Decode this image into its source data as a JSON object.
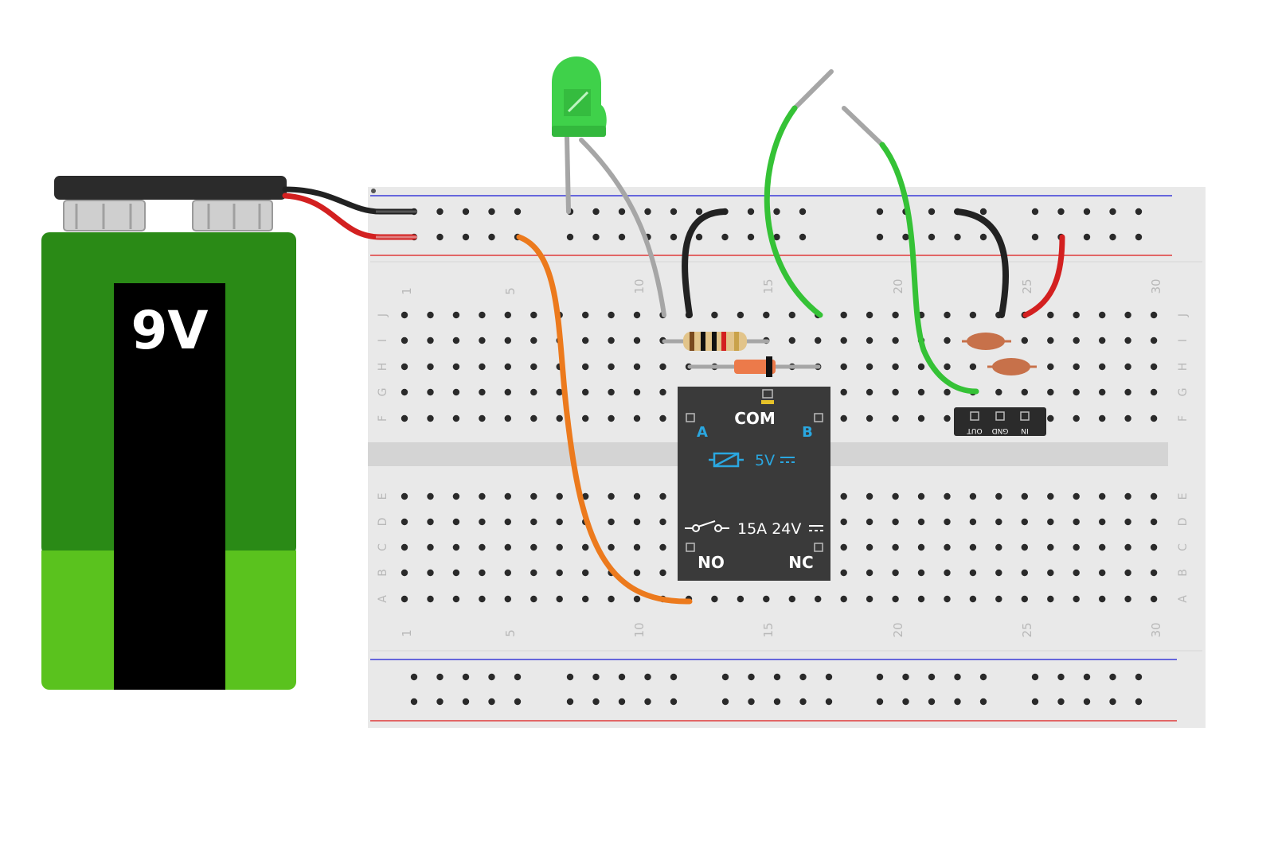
{
  "battery": {
    "label": "9V",
    "colors": {
      "body_dark": "#2a8a16",
      "body_light": "#5ac21e",
      "band": "#000000",
      "cap": "#2b2b2b",
      "terminal": "#cfcfcf"
    }
  },
  "relay": {
    "com_label": "COM",
    "a_label": "A",
    "b_label": "B",
    "coil_voltage": "5V",
    "contact_rating": "15A 24V",
    "no_label": "NO",
    "nc_label": "NC",
    "colors": {
      "body": "#3a3a3a",
      "accent": "#2aa7e0",
      "text": "#ffffff",
      "pin_marker": "#e6c229"
    }
  },
  "sensor": {
    "pins": [
      "OUT",
      "GND",
      "IN"
    ]
  },
  "breadboard": {
    "column_numbers": [
      "1",
      "5",
      "10",
      "15",
      "20",
      "25",
      "30"
    ],
    "rows_top": [
      "J",
      "I",
      "H",
      "G",
      "F"
    ],
    "rows_bottom": [
      "E",
      "D",
      "C",
      "B",
      "A"
    ],
    "colors": {
      "board": "#e9e9e9",
      "hole": "#2a2a2a",
      "rail_blue": "#3a3ad8",
      "rail_red": "#e03a3a",
      "label": "#b8b8b8",
      "gutter": "#d4d4d4"
    }
  },
  "wires": {
    "colors": {
      "orange": "#ec7a1d",
      "green": "#35c236",
      "black": "#222222",
      "red": "#d32020",
      "gray": "#a6a6a6"
    }
  },
  "led": {
    "color": "#3fd14a"
  }
}
